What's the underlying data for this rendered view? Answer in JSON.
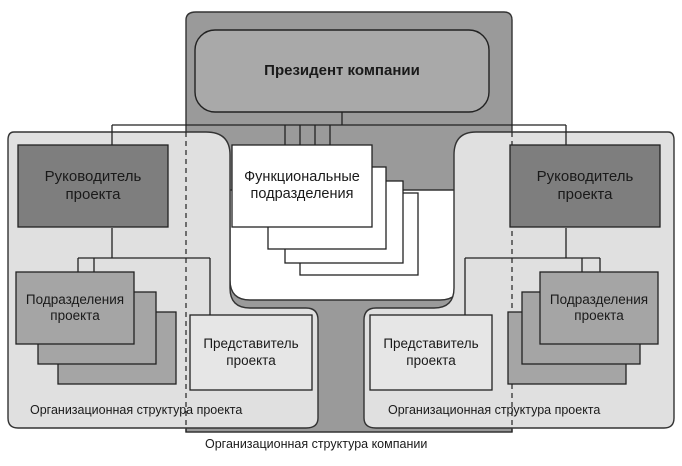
{
  "diagram": {
    "president": "Президент компании",
    "functional_units": "Функциональные подразделения",
    "left": {
      "project_manager": "Руководитель проекта",
      "project_units": "Подразделения проекта",
      "project_rep": "Представитель проекта",
      "caption": "Организационная структура проекта"
    },
    "right": {
      "project_manager": "Руководитель проекта",
      "project_units": "Подразделения проекта",
      "project_rep": "Представитель проекта",
      "caption": "Организационная структура проекта"
    },
    "company_caption": "Организационная структура компании"
  },
  "colors": {
    "company_bg": "#9a9a9a",
    "president_box": "#a9a9a9",
    "project_bg": "#e0e0e0",
    "manager_box": "#7e7e7e",
    "unit_box": "#a5a5a5",
    "rep_box": "#e6e6e6",
    "functional_box": "#ffffff"
  }
}
